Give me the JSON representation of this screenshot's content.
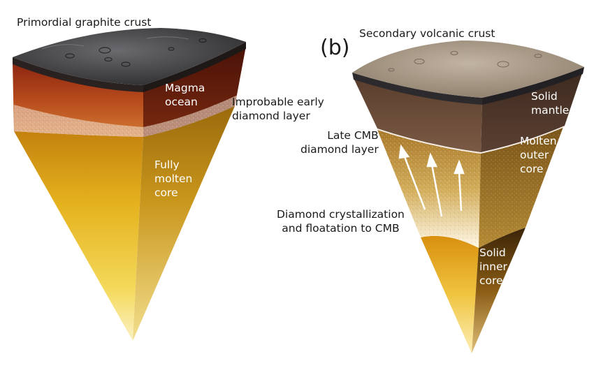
{
  "panel_a": {
    "crust_label": "Primordial graphite crust",
    "magma_label": [
      "Magma",
      "ocean"
    ],
    "diamond_label": [
      "Improbable early",
      "diamond layer"
    ],
    "core_label": [
      "Fully",
      "molten",
      "core"
    ]
  },
  "panel_b": {
    "letter": "(b)",
    "crust_label": "Secondary volcanic crust",
    "mantle_label": [
      "Solid",
      "mantle"
    ],
    "cmb_label": [
      "Late CMB",
      "diamond layer"
    ],
    "outer_core_label": [
      "Molten",
      "outer",
      "core"
    ],
    "crystallization_label": [
      "Diamond crystallization",
      "and floatation to CMB"
    ],
    "inner_core_label": [
      "Solid",
      "inner",
      "core"
    ]
  },
  "colors": {
    "graphite_crust": "#3c3c3e",
    "magma_ocean": "#b2461a",
    "molten_core": "#e8b21c",
    "volcanic_crust": "#a0907e",
    "solid_mantle": "#6b4c38",
    "outer_core": "#c8a040",
    "inner_core": "#e4a820",
    "diamond_layer": "#f2ebe4"
  }
}
